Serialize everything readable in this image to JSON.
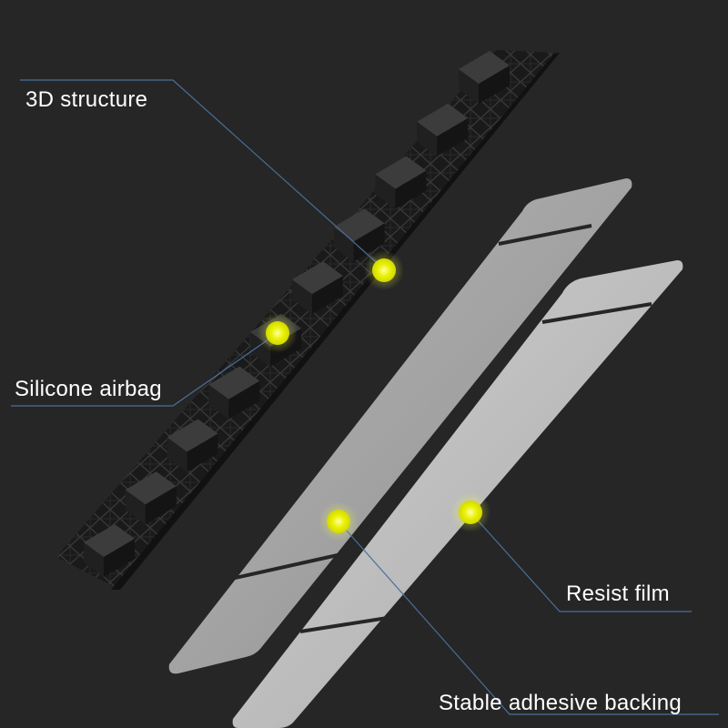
{
  "labels": {
    "structure": "3D structure",
    "airbag": "Silicone airbag",
    "resist": "Resist film",
    "adhesive": "Stable adhesive backing"
  },
  "colors": {
    "background": "#262626",
    "marker": "#e8f000",
    "marker_glow": "#ffffb0",
    "leader_line": "#4a6f9a",
    "strip_dark": "#1c1c1c",
    "film_gray": "#a6a6a6",
    "backing_gray": "#c4c4c4"
  }
}
